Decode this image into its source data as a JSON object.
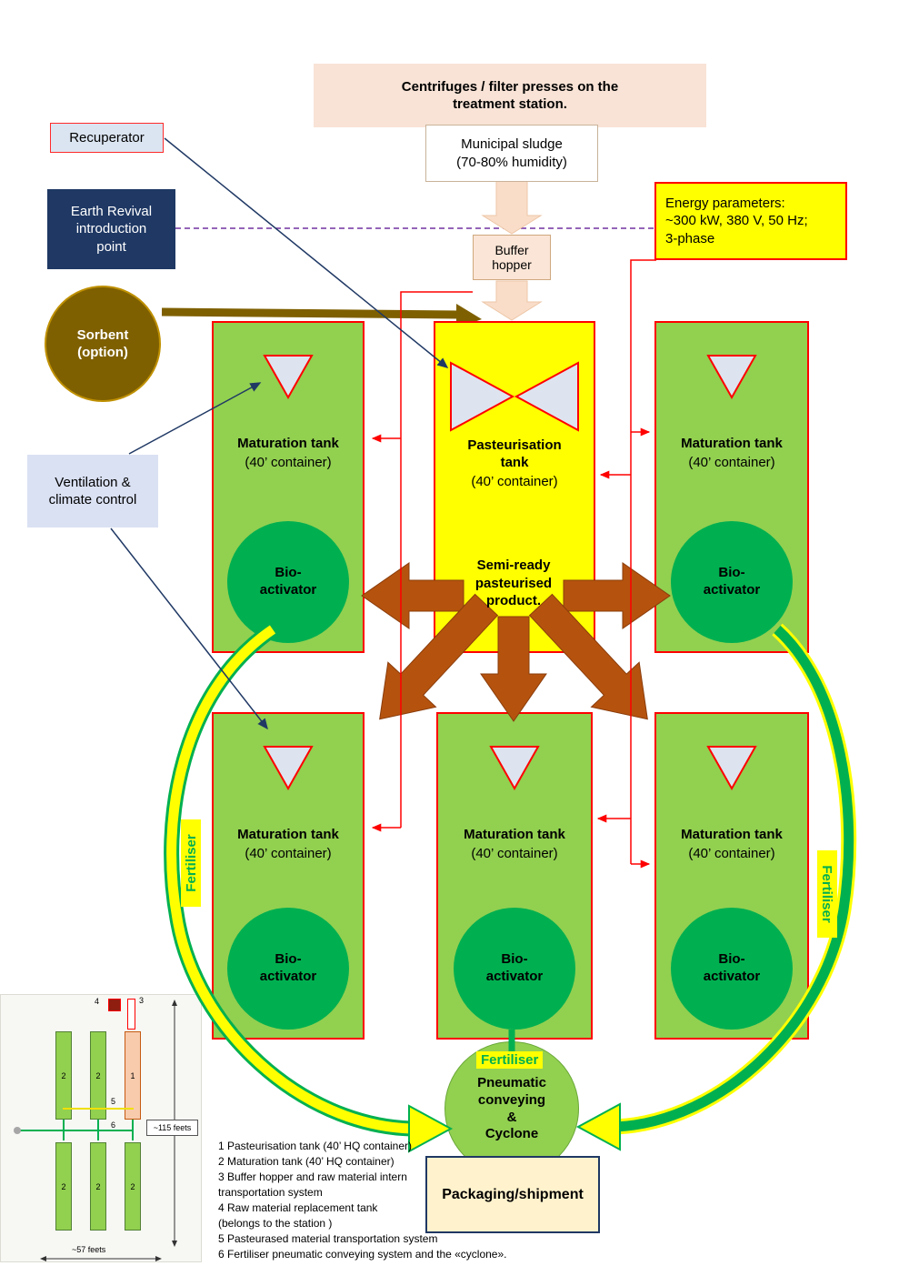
{
  "flow": {
    "cent_1": "Centrifuges / filter presses on the",
    "cent_2": "treatment station.",
    "municipal_1": "Municipal sludge",
    "municipal_2": "(70-80% humidity)",
    "recuperator": "Recuperator",
    "earth_1": "Earth Revival",
    "earth_2": "introduction",
    "earth_3": "point",
    "energy_1": "Energy parameters:",
    "energy_2": "~300 kW, 380 V, 50 Hz;",
    "energy_3": "3-phase",
    "buffer_1": "Buffer",
    "buffer_2": "hopper",
    "sorbent_1": "Sorbent",
    "sorbent_2": "(option)",
    "vent_1": "Ventilation &",
    "vent_2": "climate control",
    "semi_1": "Semi-ready",
    "semi_2": "pasteurised",
    "semi_3": "product.",
    "fertiliser": "Fertiliser",
    "cyclone_1": "Pneumatic",
    "cyclone_2": "conveying",
    "cyclone_3": "&",
    "cyclone_4": "Cyclone",
    "packaging": "Packaging/shipment"
  },
  "tanks": {
    "pasteurisation_title": "Pasteurisation tank",
    "maturation_title": "Maturation tank",
    "container": "(40’ container)",
    "bio_1": "Bio-",
    "bio_2": "activator"
  },
  "legend": {
    "lines": [
      "1 Pasteurisation tank (40’ HQ container)",
      "2 Maturation tank (40’ HQ container)",
      "3 Buffer hopper and raw material intern",
      "transportation system",
      "4 Raw material replacement tank",
      "(belongs to the station )",
      "5 Pasteurased material transportation system",
      "6 Fertiliser pneumatic conveying system and the «cyclone»."
    ]
  },
  "siteplan": {
    "n1": "1",
    "n2": "2",
    "n3": "3",
    "n4": "4",
    "n5": "5",
    "n6": "6",
    "feet_v": "~115 feets",
    "feet_h": "~57 feets"
  },
  "colors": {
    "tank_green": "#92d050",
    "bio_green": "#00b050",
    "pasteurisation_yellow": "#ffff00",
    "arrow_brown": "#b5530e",
    "navy": "#1f3864",
    "line_red": "#ff0000",
    "sorbent_olive": "#7f6000",
    "dashed_purple": "#7030a0",
    "peach": "#fbe5d6",
    "cream": "#fff2cc"
  }
}
